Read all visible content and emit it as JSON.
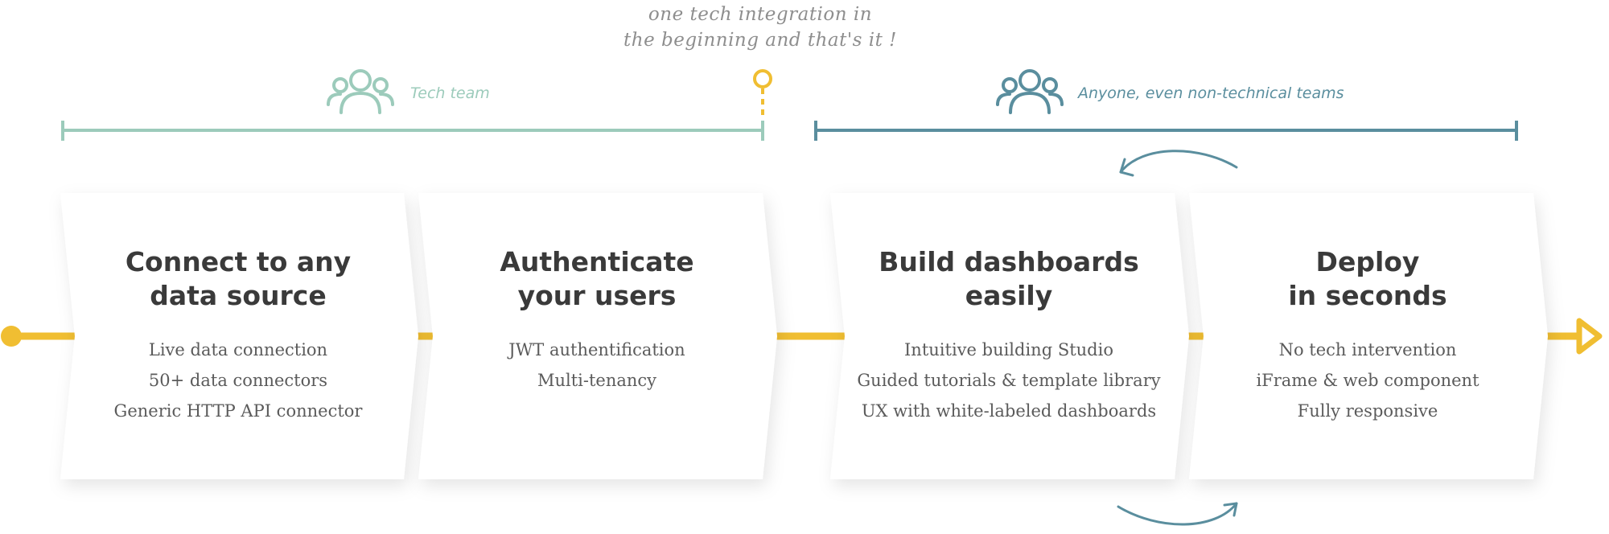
{
  "note": {
    "line1": "one tech integration in",
    "line2": "the beginning and that's it !"
  },
  "teams": {
    "tech": {
      "label": "Tech team",
      "color": "#9ccbbb"
    },
    "anyone": {
      "label": "Anyone, even non-technical teams",
      "color": "#5a8e9e"
    }
  },
  "steps": [
    {
      "title_line1": "Connect to any",
      "title_line2": "data source",
      "items": [
        "Live data connection",
        "50+ data connectors",
        "Generic HTTP API connector"
      ]
    },
    {
      "title_line1": "Authenticate",
      "title_line2": "your users",
      "items": [
        "JWT authentification",
        "Multi-tenancy"
      ]
    },
    {
      "title_line1": "Build dashboards",
      "title_line2": "easily",
      "items": [
        "Intuitive building Studio",
        "Guided tutorials & template library",
        "UX with white-labeled dashboards"
      ]
    },
    {
      "title_line1": "Deploy",
      "title_line2": "in seconds",
      "items": [
        "No tech intervention",
        "iFrame & web component",
        "Fully responsive"
      ]
    }
  ],
  "colors": {
    "flow": "#f0be32",
    "tech": "#9ccbbb",
    "anyone": "#5a8e9e",
    "title": "#3a3a3a",
    "text": "#5b5b5b"
  }
}
